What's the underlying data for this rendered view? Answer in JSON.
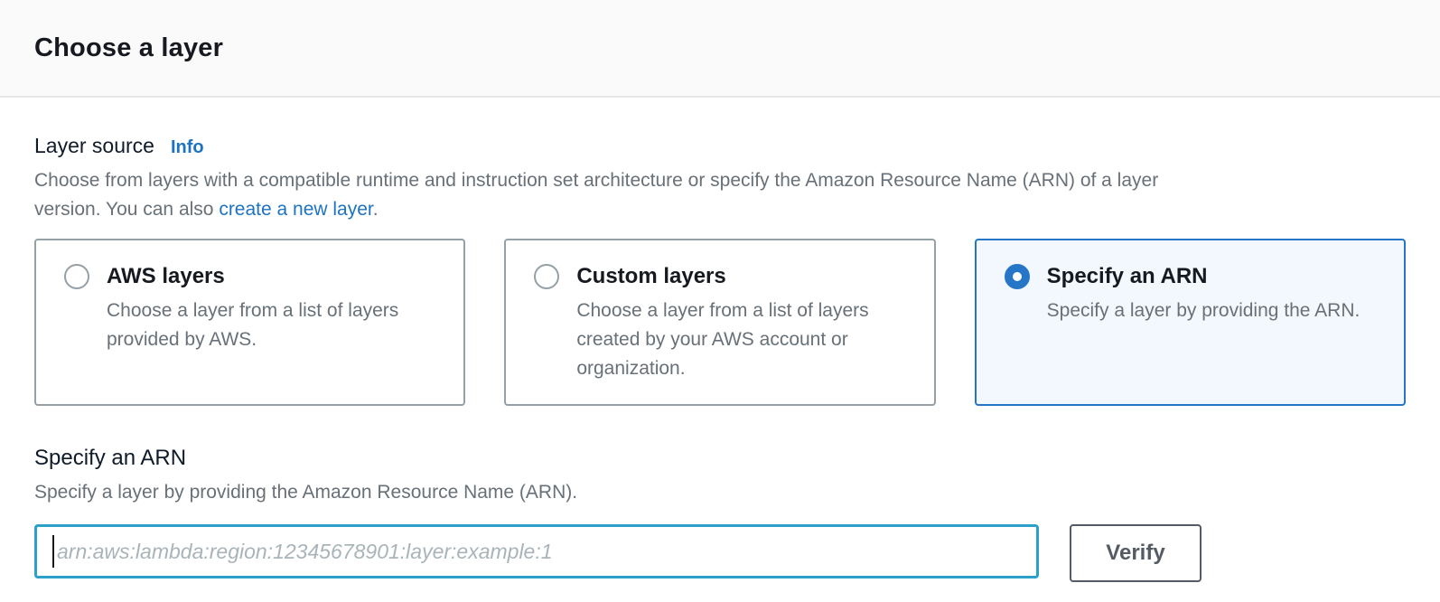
{
  "header": {
    "title": "Choose a layer"
  },
  "layer_source": {
    "label": "Layer source",
    "info_link": "Info",
    "description_line1": "Choose from layers with a compatible runtime and instruction set architecture or specify the Amazon Resource Name (ARN) of a layer",
    "description_line2_prefix": "version. You can also ",
    "create_layer_link": "create a new layer",
    "description_suffix": "."
  },
  "layer_options": [
    {
      "title": "AWS layers",
      "description": "Choose a layer from a list of layers provided by AWS.",
      "selected": false
    },
    {
      "title": "Custom layers",
      "description": "Choose a layer from a list of layers created by your AWS account or organization.",
      "selected": false
    },
    {
      "title": "Specify an ARN",
      "description": "Specify a layer by providing the ARN.",
      "selected": true
    }
  ],
  "arn_section": {
    "title": "Specify an ARN",
    "description": "Specify a layer by providing the Amazon Resource Name (ARN).",
    "input_value": "",
    "input_placeholder": "arn:aws:lambda:region:12345678901:layer:example:1",
    "verify_button": "Verify"
  },
  "colors": {
    "accent": "#2576c7",
    "link": "#1d73c2",
    "focus": "#2ba0c9",
    "dark": "#16191f",
    "gray": "#687078",
    "border-gray": "#95a0a6",
    "btn": "#545b64",
    "selected-bg": "#f2f8fd"
  }
}
